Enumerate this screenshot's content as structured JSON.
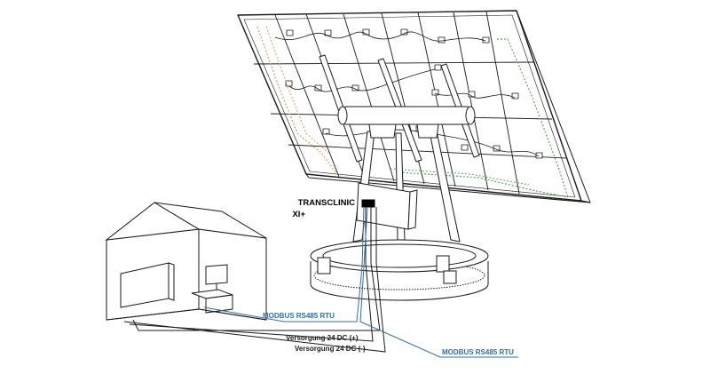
{
  "labels": {
    "sensor_name": "TRANSCLINIC",
    "sensor_variant": "XI+",
    "modbus_inner": "MODBUS RS485 RTU",
    "modbus_outer": "MODBUS RS485 RTU",
    "supply_plus": "Versorgung 24 DC (+)",
    "supply_minus": "Versorgung 24 DC (-)"
  },
  "colors": {
    "line": "#1a1a1a",
    "modbus_blue": "#2f6fa8",
    "string_orange": "#e8a060",
    "string_green": "#5aa85a",
    "sensor_fill": "#000000",
    "background": "#ffffff"
  }
}
